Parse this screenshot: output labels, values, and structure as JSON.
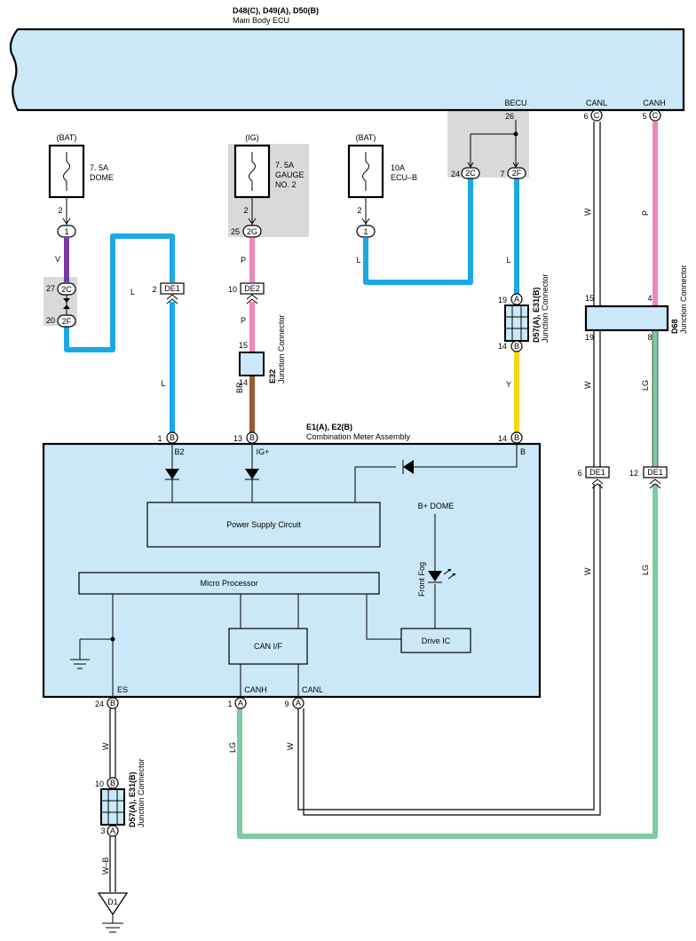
{
  "ecu": {
    "codes": "D48(C), D49(A), D50(B)",
    "name": "Main Body ECU",
    "pin_becu": "BECU",
    "pin_canl": "CANL",
    "pin_canh": "CANH",
    "num_26": "26",
    "num_6": "6",
    "num_5": "5",
    "letter_c1": "C",
    "letter_c2": "C"
  },
  "fuses": [
    {
      "source": "(BAT)",
      "rating": "7. 5A",
      "name_line1": "DOME",
      "name_line2": "",
      "pin_out": "2"
    },
    {
      "source": "(IG)",
      "rating": "7. 5A",
      "name_line1": "GAUGE",
      "name_line2": "NO. 2",
      "pin_out": "2"
    },
    {
      "source": "(BAT)",
      "rating": "10A",
      "name_line1": "ECU–B",
      "name_line2": "",
      "pin_out": "2"
    }
  ],
  "connectors": {
    "c1": "1",
    "c2c": "2C",
    "c2f": "2F",
    "c2g": "2G",
    "c1b": "1",
    "c2c_ecu": "2C",
    "c2f_ecu": "2F",
    "de1": "DE1",
    "de2": "DE2",
    "de1_canl": "DE1",
    "de1_canh": "DE1",
    "pin_a": "A",
    "pin_b": "B",
    "pin_a2": "A",
    "pin_b2": "B"
  },
  "pins": {
    "p27": "27",
    "p20": "20",
    "p2_de1": "2",
    "p25": "25",
    "p10_de2": "10",
    "p15": "15",
    "p14_e32": "14",
    "p24": "24",
    "p7": "7",
    "p19": "19",
    "p14_d57": "14",
    "p15_d68": "15",
    "p4_d68": "4",
    "p19_d68": "19",
    "p8_d68": "8",
    "p6_de1": "6",
    "p12_de1": "12",
    "meter_1": "1",
    "meter_13": "13",
    "meter_14": "14",
    "meter_24": "24",
    "meter_1b": "1",
    "meter_9": "9",
    "d57b_10": "10",
    "d57b_3": "3"
  },
  "wires": {
    "v": "V",
    "l1": "L",
    "l2": "L",
    "p1": "P",
    "p2": "P",
    "br": "BR",
    "l3": "L",
    "l4": "L",
    "y": "Y",
    "w1": "W",
    "p3": "P",
    "w2": "W",
    "lg1": "LG",
    "w3": "W",
    "lg2": "LG",
    "w4": "W",
    "lg3": "LG",
    "w5": "W",
    "wb": "W–B"
  },
  "junctions": {
    "e32_code": "E32",
    "e32_name": "Junction Connector",
    "d57_code": "D57(A), E31(B)",
    "d57_name": "Junction Connector",
    "d68_code": "D68",
    "d68_name": "Junction Connector",
    "d57b_code": "D57(A), E31(B)",
    "d57b_name": "Junction Connector"
  },
  "meter": {
    "codes": "E1(A), E2(B)",
    "name": "Combination Meter Assembly",
    "b2": "B2",
    "igp": "IG+",
    "b": "B",
    "power_supply": "Power Supply Circuit",
    "micro": "Micro Processor",
    "can_if": "CAN I/F",
    "drive_ic": "Drive IC",
    "b_dome": "B+ DOME",
    "front_fog": "Front Fog",
    "es": "ES",
    "canh": "CANH",
    "canl": "CANL"
  },
  "ground": {
    "label": "D1"
  },
  "colors": {
    "blue": "#1ba9e6",
    "purple": "#7a3b9c",
    "pink": "#ee86bb",
    "brown": "#9a5a30",
    "yellow": "#f7d417",
    "green": "#7fcaa0",
    "panel": "#cbe8f8",
    "grey": "#d9d9d9"
  }
}
